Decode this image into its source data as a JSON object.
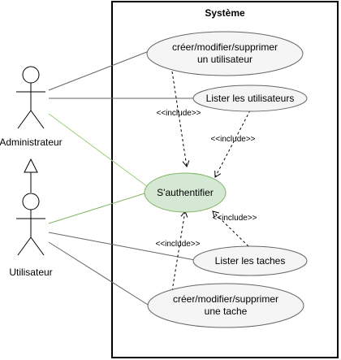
{
  "system": {
    "title": "Système"
  },
  "actors": [
    {
      "id": "admin",
      "label": "Administrateur"
    },
    {
      "id": "user",
      "label": "Utilisateur"
    }
  ],
  "use_cases": [
    {
      "id": "uc_crud_user",
      "lines": [
        "créer/modifier/supprimer",
        "un utilisateur"
      ]
    },
    {
      "id": "uc_list_users",
      "lines": [
        "Lister les utilisateurs"
      ]
    },
    {
      "id": "uc_auth",
      "lines": [
        "S'authentifier"
      ]
    },
    {
      "id": "uc_list_tasks",
      "lines": [
        "Lister les taches"
      ]
    },
    {
      "id": "uc_crud_task",
      "lines": [
        "créer/modifier/supprimer",
        "une tache"
      ]
    }
  ],
  "include_label": "<<include>>",
  "relations": [
    {
      "type": "generalization",
      "from": "user",
      "to": "admin"
    },
    {
      "type": "association",
      "from": "admin",
      "to": "uc_crud_user"
    },
    {
      "type": "association",
      "from": "admin",
      "to": "uc_list_users"
    },
    {
      "type": "association",
      "from": "admin",
      "to": "uc_auth"
    },
    {
      "type": "association",
      "from": "user",
      "to": "uc_auth"
    },
    {
      "type": "association",
      "from": "user",
      "to": "uc_list_tasks"
    },
    {
      "type": "association",
      "from": "user",
      "to": "uc_crud_task"
    },
    {
      "type": "include",
      "from": "uc_crud_user",
      "to": "uc_auth"
    },
    {
      "type": "include",
      "from": "uc_list_users",
      "to": "uc_auth"
    },
    {
      "type": "include",
      "from": "uc_list_tasks",
      "to": "uc_auth"
    },
    {
      "type": "include",
      "from": "uc_crud_task",
      "to": "uc_auth"
    }
  ],
  "colors": {
    "auth_fill": "#d5e8d4",
    "auth_stroke": "#82b366",
    "uc_fill": "#f5f5f5",
    "uc_stroke": "#666666",
    "admin_auth_link": "#97d077",
    "user_auth_link": "#82b366"
  }
}
